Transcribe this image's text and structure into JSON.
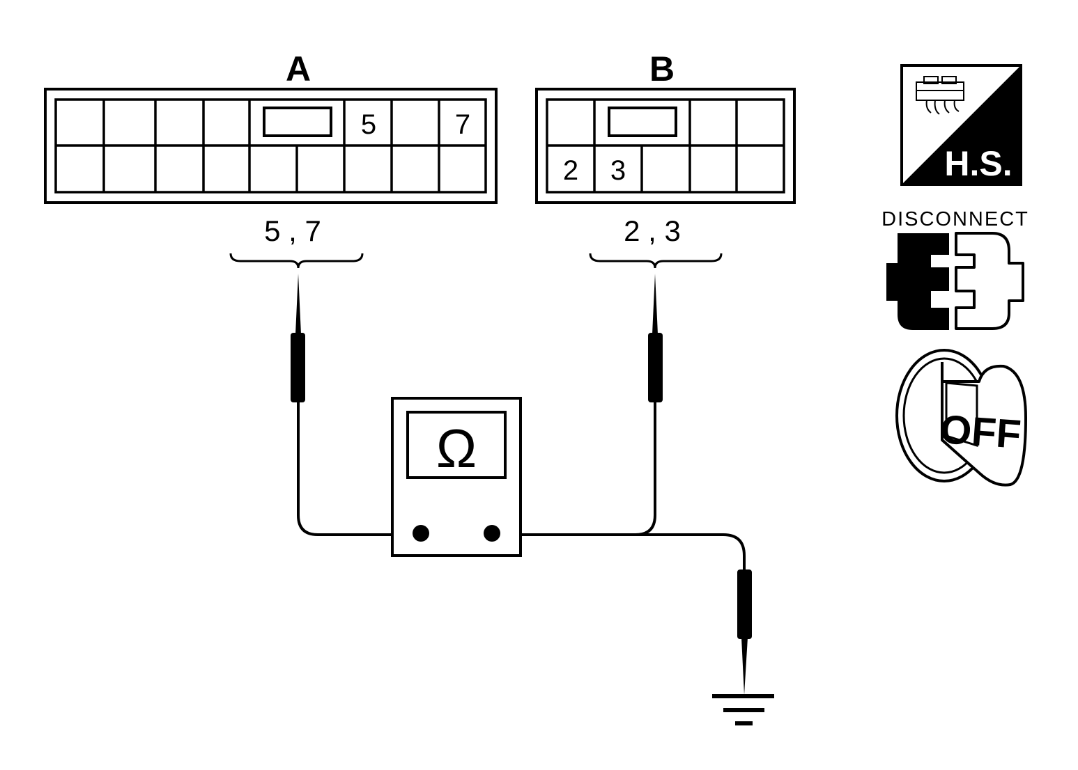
{
  "connector_a": {
    "label": "A",
    "pins": {
      "p5": "5",
      "p7": "7"
    },
    "probe_label": "5 , 7"
  },
  "connector_b": {
    "label": "B",
    "pins": {
      "p2": "2",
      "p3": "3"
    },
    "probe_label": "2 , 3"
  },
  "meter": {
    "symbol": "Ω"
  },
  "icons": {
    "harness_side": {
      "text": "H.S.",
      "icon": "harness-side-icon"
    },
    "disconnect": {
      "text": "DISCONNECT",
      "icon": "disconnect-connector-icon"
    },
    "ignition": {
      "text": "OFF",
      "icon": "ignition-key-off-icon"
    },
    "ground": {
      "icon": "ground-symbol-icon"
    }
  },
  "colors": {
    "ink": "#000000",
    "paper": "#ffffff"
  }
}
